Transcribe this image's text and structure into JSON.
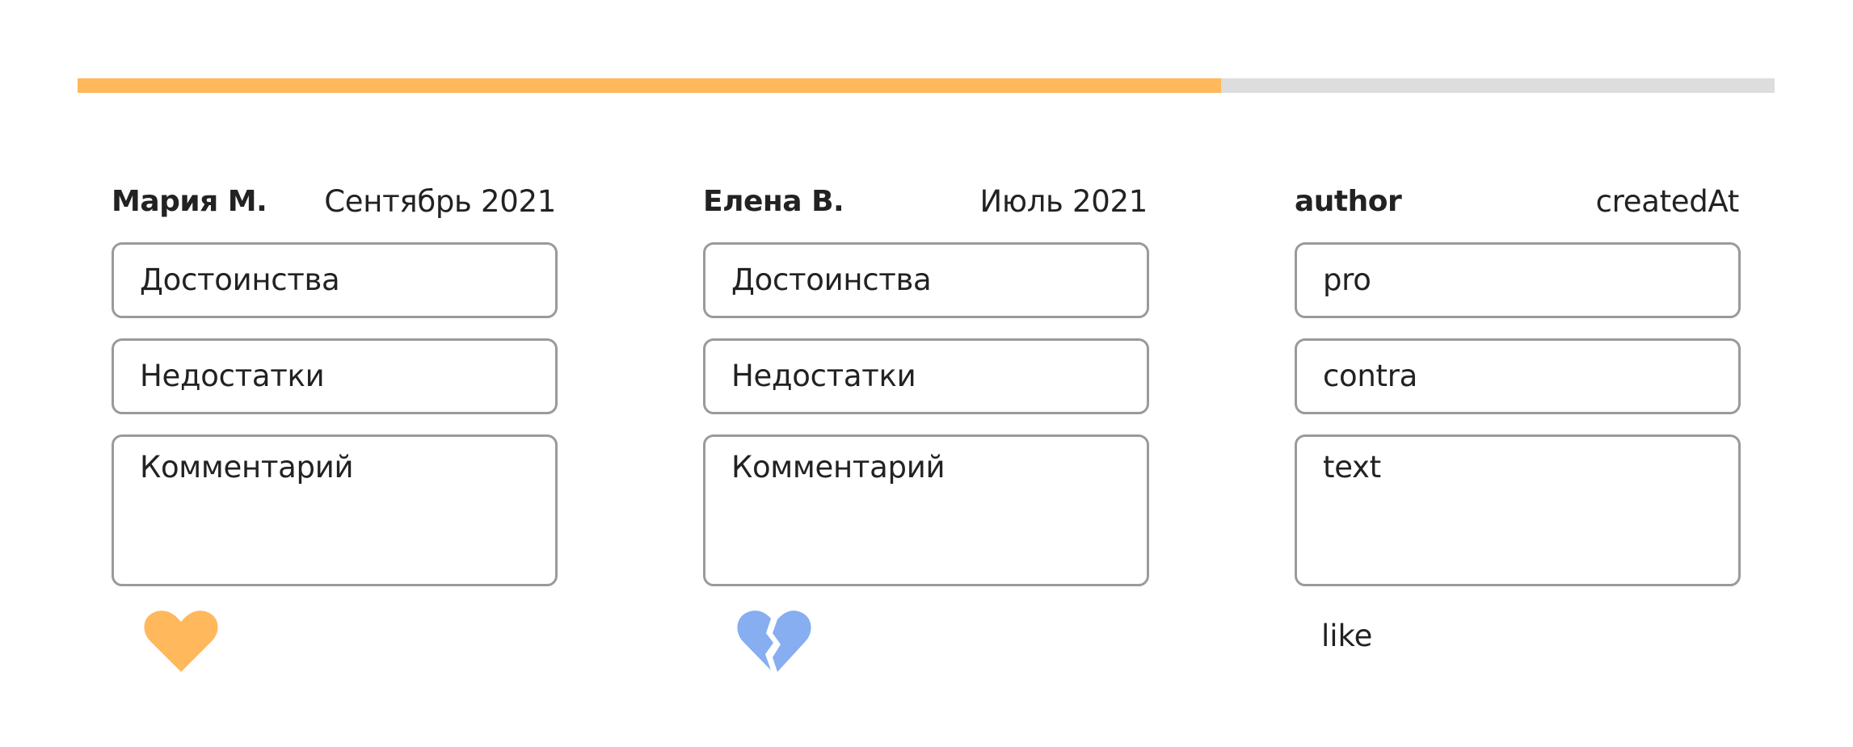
{
  "progress": {
    "value": 0.674,
    "fill_color": "#ffb85c",
    "track_color": "#dddddd"
  },
  "cards": [
    {
      "author": "Мария М.",
      "date": "Сентябрь 2021",
      "pro": "Достоинства",
      "contra": "Недостатки",
      "comment": "Комментарий",
      "like_icon": "heart-icon",
      "like_color": "#ffb85c"
    },
    {
      "author": "Елена В.",
      "date": "Июль 2021",
      "pro": "Достоинства",
      "contra": "Недостатки",
      "comment": "Комментарий",
      "like_icon": "broken-heart-icon",
      "like_color": "#86aef0"
    },
    {
      "author": "author",
      "date": "createdAt",
      "pro": "pro",
      "contra": "contra",
      "comment": "text",
      "like_text": "like"
    }
  ]
}
